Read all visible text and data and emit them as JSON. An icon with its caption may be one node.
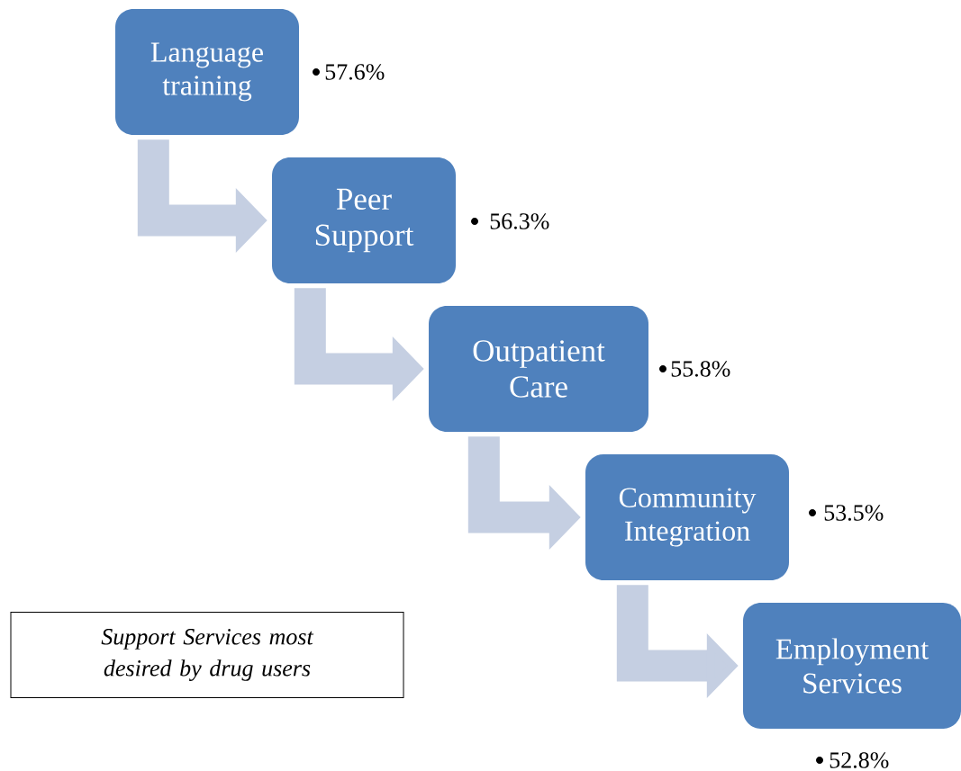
{
  "diagram": {
    "nodes": [
      {
        "text": [
          "Language training"
        ],
        "beside": [
          "57.6%"
        ]
      },
      {
        "text": [
          "Peer Support"
        ],
        "beside": [
          "56.3%"
        ]
      },
      {
        "text": [
          "Outpatient Care"
        ],
        "beside": [
          "55.8%"
        ]
      },
      {
        "text": [
          "Community Integration"
        ],
        "beside": [
          "53.5%"
        ]
      },
      {
        "text": [
          "Employment Services"
        ],
        "beside": [
          "52.8%"
        ]
      },
      {
        "text": [
          "Support Services most desired by drug users"
        ]
      }
    ],
    "edges": [
      {
        "from": 0,
        "to": 1,
        "arrow": "to"
      },
      {
        "from": 1,
        "to": 2,
        "arrow": "to"
      },
      {
        "from": 2,
        "to": 3,
        "arrow": "to"
      },
      {
        "from": 3,
        "to": 4,
        "arrow": "to"
      }
    ]
  }
}
